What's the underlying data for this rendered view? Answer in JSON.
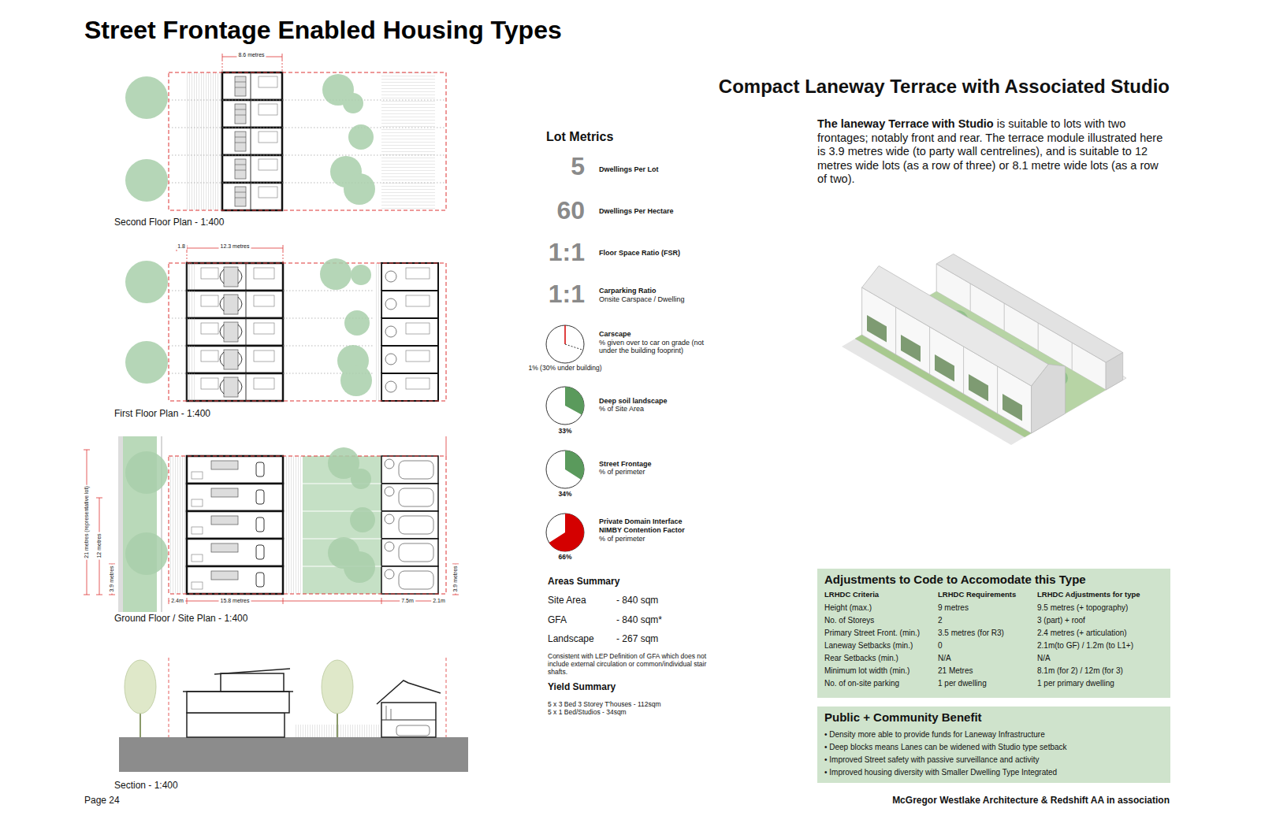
{
  "diagram": {
    "title": "Street Frontage Enabled Housing Types",
    "nodes": [
      {
        "text": [
          "Adjustments to Code to Accomodate this Type",
          "LRHDC Criteria",
          "LRHDC Requirements",
          "LRHDC Adjustments for type",
          "Height (max.)",
          "9 metres",
          "9.5 metres (+ topography)",
          "No. of Storeys",
          "2",
          "3 (part) + roof",
          "Primary Street Front. (min.)",
          "3.5 metres (for R3)",
          "2.4 metres (+ articulation)",
          "Laneway Setbacks (min.)",
          "0",
          "2.1m(to GF) / 1.2m (to L1+)",
          "Rear Setbacks (min.)",
          "N/A",
          "N/A",
          "Minimum lot width (min.)",
          "21 Metres",
          "8.1m (for 2) / 12m (for 3)",
          "No. of on-site parking",
          "1 per dwelling",
          "1 per primary dwelling"
        ]
      },
      {
        "text": [
          "Public + Community Benefit",
          "• Density more able to provide funds for Laneway Infrastructure",
          "• Deep blocks means Lanes can be widened with Studio type setback",
          "• Improved Street safety with passive surveillance and activity",
          "• Improved housing diversity with Smaller Dwelling Type Integrated"
        ]
      }
    ],
    "labels": [
      "Second Floor Plan - 1:400",
      "8.6 metres",
      "First Floor Plan - 1:400",
      "1.8",
      "12.3 metres",
      "Ground Floor / Site Plan - 1:400",
      "21 metres (representative lot)",
      "12 metres",
      "3.9 metres",
      "2.4m",
      "15.8 metres",
      "7.5m",
      "2.1m",
      "3.9 metres",
      "Section - 1:400",
      "Compact Laneway Terrace with Associated Studio",
      "The laneway Terrace with Studio",
      "is suitable to lots with two frontages; notably front and rear. The terrace module illustrated here is 3.9 metres wide (to party wall centrelines), and is suitable to 12 metres wide lots (as a row of three) or 8.1 metre wide lots (as a row of two).",
      "Lot Metrics",
      "5",
      "Dwellings Per Lot",
      "60",
      "Dwellings Per Hectare",
      "1:1",
      "Floor Space Ratio (FSR)",
      "1:1",
      "Carparking Ratio",
      "Onsite Carspace / Dwelling",
      "Carscape",
      "% given over to car on grade (not under the building fooprint)",
      "1% (30% under building)",
      "Deep soil landscape",
      "% of Site Area",
      "33%",
      "Street Frontage",
      "% of perimeter",
      "34%",
      "Private Domain Interface",
      "NIMBY Contention Factor",
      "% of perimeter",
      "66%",
      "Areas Summary",
      "Site Area",
      "- 840 sqm",
      "GFA",
      "- 840 sqm*",
      "Landscape",
      "- 267 sqm",
      "Consistent with LEP Definition of GFA which does not include external circulation or common/individual stair shafts.",
      "Yield Summary",
      "5 x 3 Bed 3 Storey T'houses - 112sqm",
      "5 x 1 Bed/Studios - 34sqm",
      "Page 24",
      "McGregor Westlake Architecture & Redshift AA in association"
    ]
  }
}
